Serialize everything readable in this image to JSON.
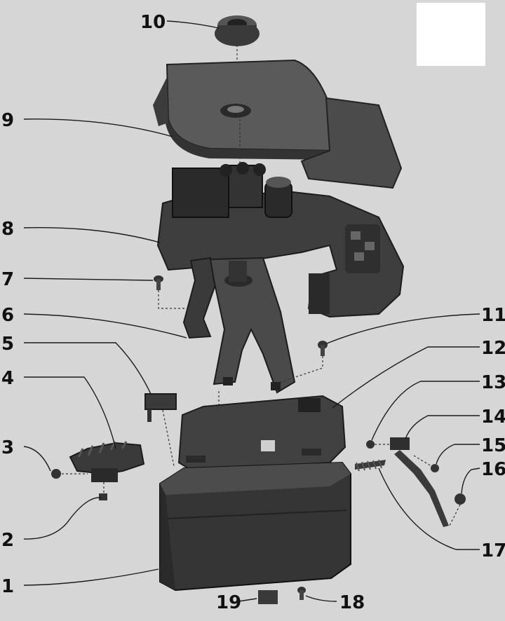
{
  "callouts": {
    "c1": "1",
    "c2": "2",
    "c3": "3",
    "c4": "4",
    "c5": "5",
    "c6": "6",
    "c7": "7",
    "c8": "8",
    "c9": "9",
    "c10": "10",
    "c11": "11",
    "c12": "12",
    "c13": "13",
    "c14": "14",
    "c15": "15",
    "c16": "16",
    "c17": "17",
    "c18": "18",
    "c19": "19"
  },
  "colors": {
    "background": "#d6d6d6",
    "part_dark": "#2e2e2e",
    "part_mid": "#4a4a4a",
    "part_light": "#6b6b6b",
    "ink": "#111111"
  }
}
